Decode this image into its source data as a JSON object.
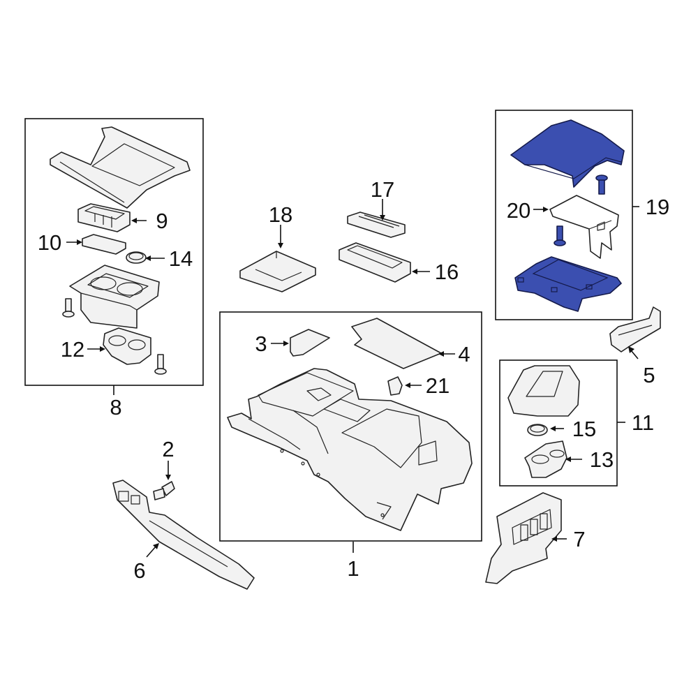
{
  "callouts": {
    "c1": "1",
    "c2": "2",
    "c3": "3",
    "c4": "4",
    "c5": "5",
    "c6": "6",
    "c7": "7",
    "c8": "8",
    "c9": "9",
    "c10": "10",
    "c11": "11",
    "c12": "12",
    "c13": "13",
    "c14": "14",
    "c15": "15",
    "c16": "16",
    "c17": "17",
    "c18": "18",
    "c19": "19",
    "c20": "20",
    "c21": "21"
  },
  "colors": {
    "highlight": "#3b4fb0",
    "line": "#222222",
    "part_fill": "#f2f2f2"
  }
}
